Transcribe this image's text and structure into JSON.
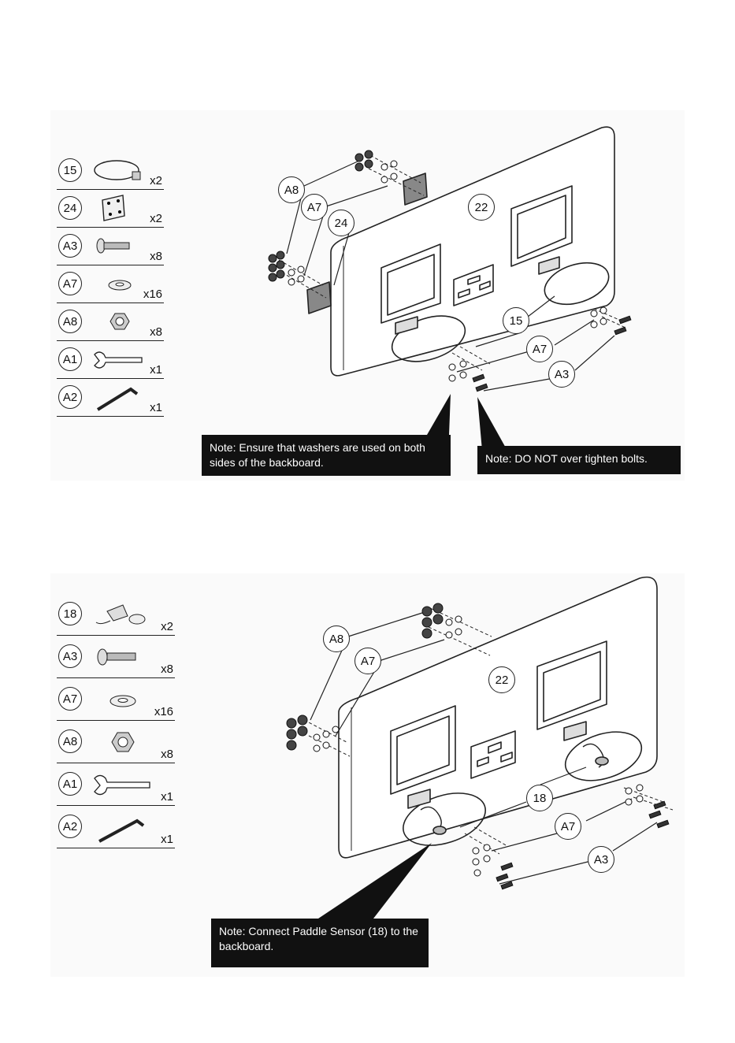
{
  "step1": {
    "parts": [
      {
        "id": "15",
        "qty": "x2",
        "icon": "rim-bracket-icon"
      },
      {
        "id": "24",
        "qty": "x2",
        "icon": "plate-icon"
      },
      {
        "id": "A3",
        "qty": "x8",
        "icon": "bolt-icon"
      },
      {
        "id": "A7",
        "qty": "x16",
        "icon": "washer-icon"
      },
      {
        "id": "A8",
        "qty": "x8",
        "icon": "nut-icon"
      },
      {
        "id": "A1",
        "qty": "x1",
        "icon": "wrench-icon"
      },
      {
        "id": "A2",
        "qty": "x1",
        "icon": "hex-key-icon"
      }
    ],
    "callouts": {
      "a8": "A8",
      "a7_left": "A7",
      "p24": "24",
      "p22": "22",
      "p15": "15",
      "a7_right": "A7",
      "a3": "A3"
    },
    "note_left": "Note: Ensure that washers are used on both sides of the backboard.",
    "note_right": "Note: DO NOT over tighten bolts."
  },
  "step2": {
    "parts": [
      {
        "id": "18",
        "qty": "x2",
        "icon": "paddle-sensor-icon"
      },
      {
        "id": "A3",
        "qty": "x8",
        "icon": "bolt-icon"
      },
      {
        "id": "A7",
        "qty": "x16",
        "icon": "washer-icon"
      },
      {
        "id": "A8",
        "qty": "x8",
        "icon": "nut-icon"
      },
      {
        "id": "A1",
        "qty": "x1",
        "icon": "wrench-icon"
      },
      {
        "id": "A2",
        "qty": "x1",
        "icon": "hex-key-icon"
      }
    ],
    "callouts": {
      "a8": "A8",
      "a7_left": "A7",
      "p22": "22",
      "p18": "18",
      "a7_right": "A7",
      "a3": "A3"
    },
    "note": "Note: Connect Paddle Sensor (18) to the backboard."
  }
}
